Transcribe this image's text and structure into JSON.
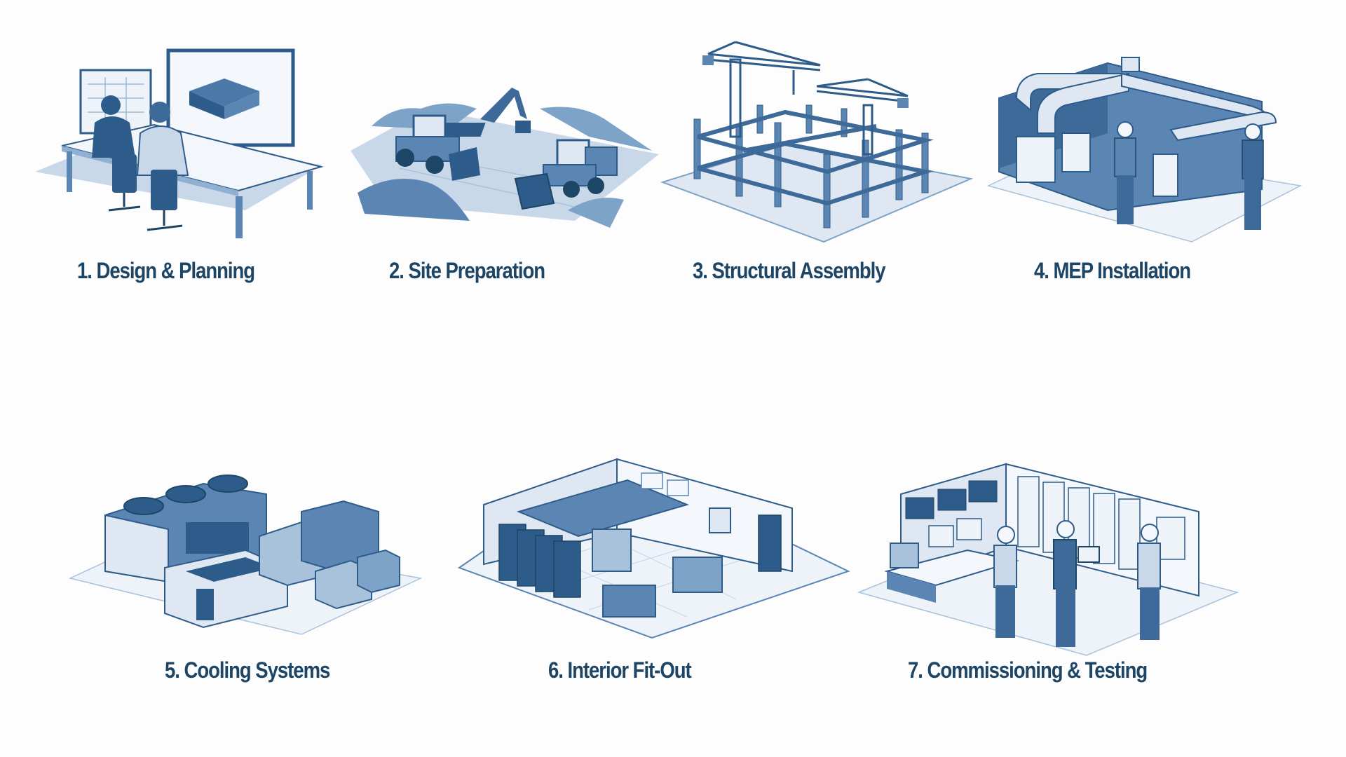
{
  "diagram": {
    "type": "process-steps",
    "palette": {
      "label": "#1d4565",
      "dark": "#2e5c8a",
      "mid": "#5b86b3",
      "light": "#a9c2dc",
      "pale": "#dfe8f2",
      "background": "#fdfdfe"
    },
    "steps": [
      {
        "number": 1,
        "label": "1. Design & Planning",
        "illustration": "engineers-at-cad-workstation"
      },
      {
        "number": 2,
        "label": "2. Site Preparation",
        "illustration": "bulldozers-and-excavator-on-graded-site"
      },
      {
        "number": 3,
        "label": "3. Structural Assembly",
        "illustration": "steel-frame-with-tower-cranes"
      },
      {
        "number": 4,
        "label": "4. MEP Installation",
        "illustration": "ductwork-and-panels-with-workers"
      },
      {
        "number": 5,
        "label": "5. Cooling Systems",
        "illustration": "chillers-and-cooling-units"
      },
      {
        "number": 6,
        "label": "6. Interior Fit-Out",
        "illustration": "server-room-floor-plan"
      },
      {
        "number": 7,
        "label": "7. Commissioning & Testing",
        "illustration": "control-room-with-inspectors"
      }
    ]
  }
}
